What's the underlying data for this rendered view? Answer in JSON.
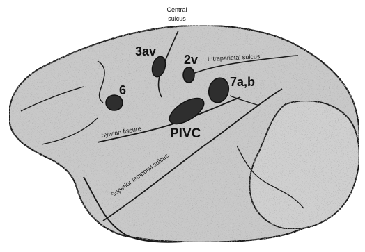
{
  "diagram": {
    "labels": {
      "central_sulcus_line1": "Central",
      "central_sulcus_line2": "sulcus",
      "intraparietal_sulcus": "Intraparietal sulcus",
      "sylvian_fissure": "Sylvian fissure",
      "superior_temporal_sulcus": "Superior temporal sulcus"
    },
    "areas": {
      "area_3av": "3av",
      "area_2v": "2v",
      "area_7ab": "7a,b",
      "area_6": "6",
      "area_pivc": "PIVC"
    },
    "colors": {
      "cortex_fill": "#c8c8c8",
      "outline": "#1a1a1a",
      "area_fill": "#2e2e2e"
    }
  }
}
